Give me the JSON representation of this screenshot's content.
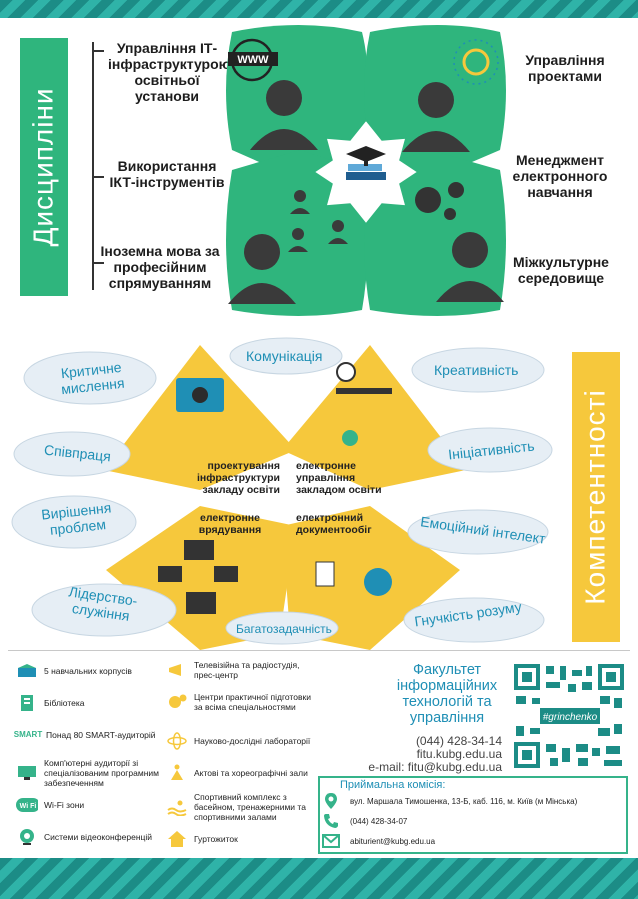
{
  "disciplines": {
    "title": "Дисципліни",
    "left_items": [
      "Управління ІТ-інфраструктурою освітньої установи",
      "Використання ІКТ-інструментів",
      "Іноземна мова за професійним спрямуванням"
    ],
    "right_items": [
      "Управління проектами",
      "Менеджмент електронного навчання",
      "Міжкультурне середовище"
    ],
    "www_label": "WWW"
  },
  "competences": {
    "title": "Компетентності",
    "clouds": [
      "Критичне мислення",
      "Комунікація",
      "Креативність",
      "Співпраця",
      "Ініціативність",
      "Вирішення проблем",
      "Емоційний інтелект",
      "Лідерство-служіння",
      "Багатозадачність",
      "Гнучкість розуму"
    ],
    "diamonds": [
      "проектування інфраструктури закладу освіти",
      "електронне управління закладом освіти",
      "електронне врядування",
      "електронний документообіг"
    ]
  },
  "features_left": [
    "5 навчальних корпусів",
    "Бібліотека",
    "Понад 80 SMART-аудиторій",
    "Комп'ютерні аудиторії зі спеціалізованим програмним забезпеченням",
    "Wi-Fi зони",
    "Системи відеоконференцій"
  ],
  "features_right": [
    "Телевізійна та радіостудія, прес-центр",
    "Центри практичної підготовки за всіма спеціальностями",
    "Науково-дослідні лабораторії",
    "Актові та хореографічні зали",
    "Спортивний комплекс з басейном, тренажерними та спортивними залами",
    "Гуртожиток"
  ],
  "icon_texts": {
    "smart": "SMART",
    "wifi": "Wi Fi"
  },
  "faculty": {
    "name": "Факультет інформаційних технологій та управління",
    "phone": "(044) 428-34-14",
    "website": "fitu.kubg.edu.ua",
    "email_line": "e-mail: fitu@kubg.edu.ua",
    "qr_tag": "#grinchenko"
  },
  "admissions": {
    "title": "Приймальна комісія:",
    "address": "вул. Маршала Тимошенка, 13-Б, каб. 116, м. Київ (м Мінська)",
    "phone": "(044) 428-34-07",
    "email": "abiturient@kubg.edu.ua"
  },
  "colors": {
    "green": "#2fb57d",
    "gold": "#f6c83c",
    "teal": "#1c8c86",
    "blue_text": "#1f8fb5"
  }
}
